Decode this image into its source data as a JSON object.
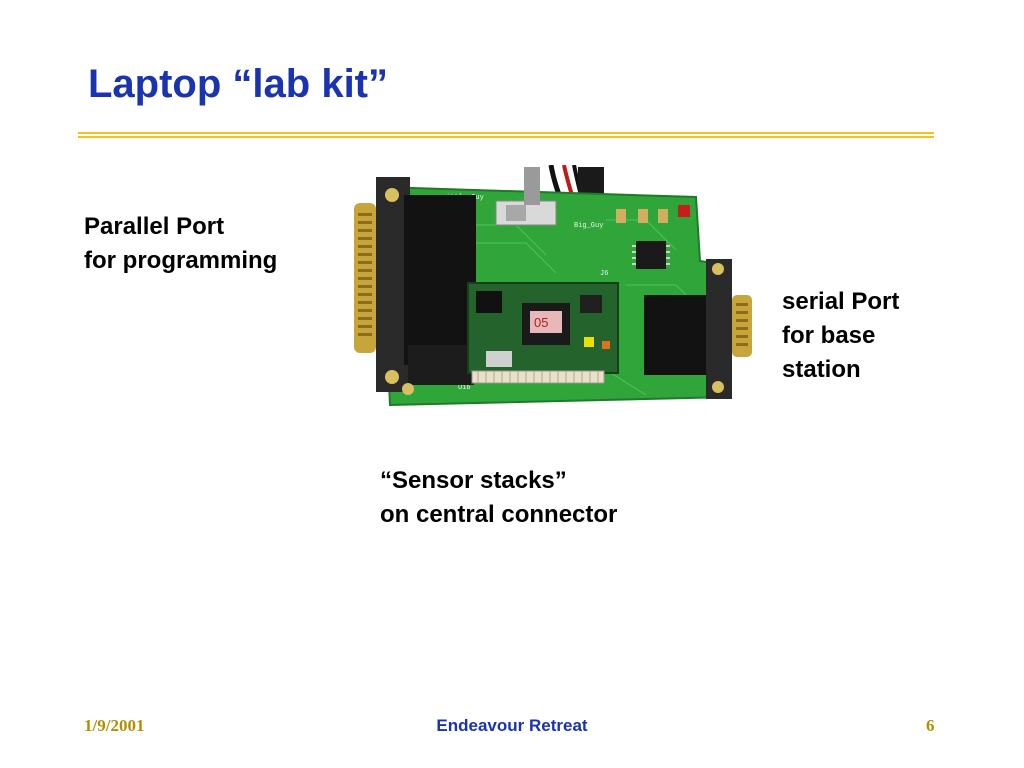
{
  "slide": {
    "title": "Laptop “lab kit”",
    "labels": {
      "parallel": [
        "Parallel Port",
        "for programming"
      ],
      "serial": [
        "serial Port",
        "for base",
        "station"
      ],
      "sensor": [
        "“Sensor stacks”",
        "on central connector"
      ]
    }
  },
  "footer": {
    "date": "1/9/2001",
    "center": "Endeavour Retreat",
    "page": "6"
  },
  "colors": {
    "title": "#1a33b0",
    "rule": "#f2c21b",
    "footer_date": "#b08f00",
    "footer_page": "#b08f00",
    "board_green": "#2fa53a"
  }
}
